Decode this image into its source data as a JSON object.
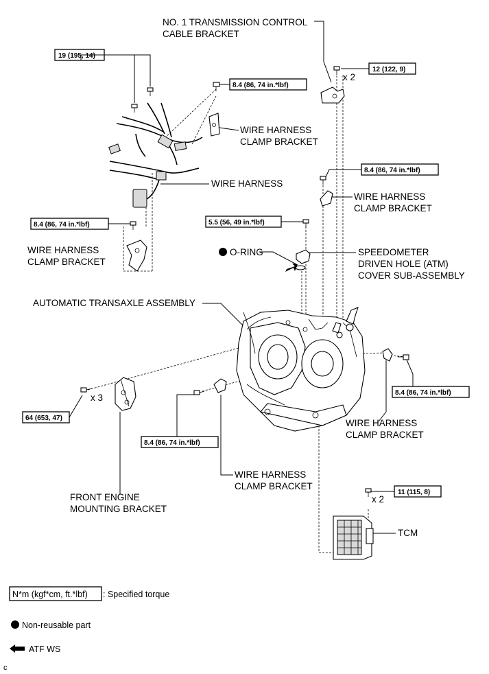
{
  "labels": {
    "transmission_cable_bracket_1": "NO. 1 TRANSMISSION CONTROL",
    "transmission_cable_bracket_2": "CABLE BRACKET",
    "wire_harness_clamp_bracket_1": "WIRE HARNESS",
    "wire_harness_clamp_bracket_2": "CLAMP BRACKET",
    "wire_harness": "WIRE HARNESS",
    "o_ring": "O-RING",
    "speedometer_1": "SPEEDOMETER",
    "speedometer_2": "DRIVEN HOLE (ATM)",
    "speedometer_3": "COVER SUB-ASSEMBLY",
    "automatic_transaxle": "AUTOMATIC TRANSAXLE ASSEMBLY",
    "front_engine_mounting_1": "FRONT ENGINE",
    "front_engine_mounting_2": "MOUNTING BRACKET",
    "tcm": "TCM"
  },
  "torques": {
    "t19": "19 (195, 14)",
    "t12": "12 (122, 9)",
    "t8_4": "8.4 (86, 74 in.*lbf)",
    "t5_5": "5.5 (56, 49 in.*lbf)",
    "t64": "64 (653, 47)",
    "t11": "11 (115, 8)"
  },
  "quantities": {
    "x2": "x 2",
    "x3": "x 3"
  },
  "legend": {
    "torque_box": "N*m (kgf*cm, ft.*lbf)",
    "torque_desc": ": Specified torque",
    "non_reusable": "Non-reusable part",
    "atf": "ATF WS"
  },
  "corner_mark": "c",
  "icons": {
    "non_reusable": "filled-circle-icon",
    "atf": "arrow-left-icon"
  }
}
